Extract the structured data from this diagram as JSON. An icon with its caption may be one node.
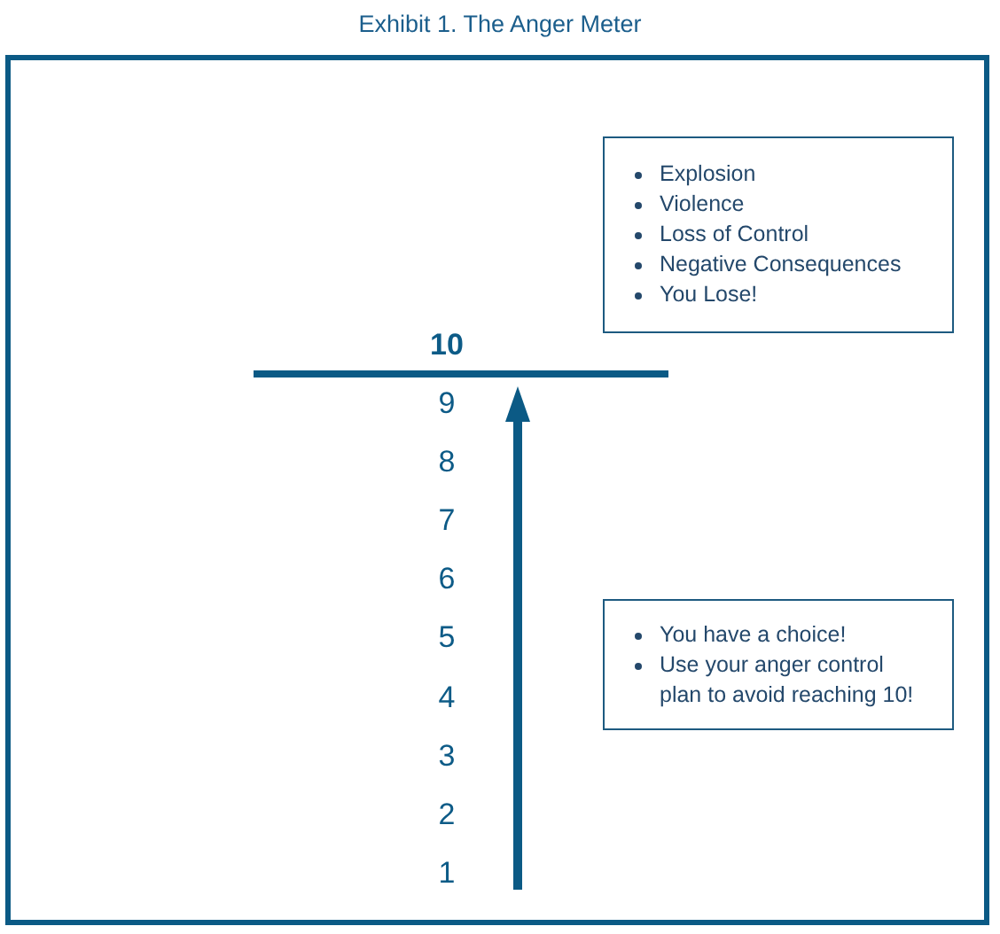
{
  "diagram": {
    "title": "Exhibit 1. The Anger Meter",
    "nodes": [
      {
        "text": [
          "Explosion",
          "Violence",
          "Loss of Control",
          "Negative Consequences",
          "You Lose!"
        ]
      },
      {
        "text": [
          "You have a choice!",
          "Use your anger control plan to avoid reaching 10!"
        ]
      }
    ],
    "labels": [
      "10",
      "9",
      "8",
      "7",
      "6",
      "5",
      "4",
      "3",
      "2",
      "1"
    ]
  }
}
